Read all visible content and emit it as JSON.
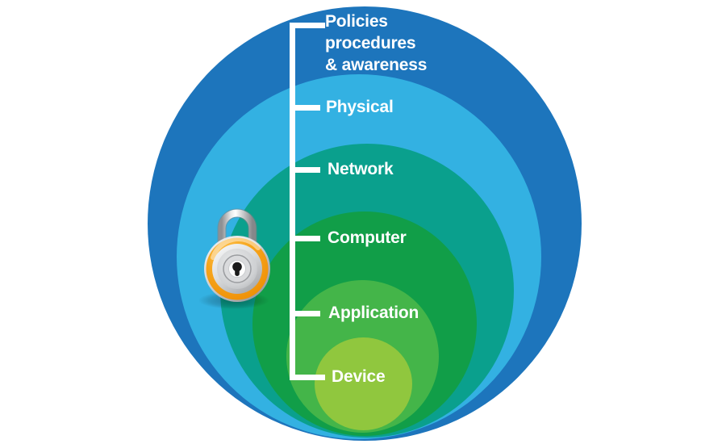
{
  "diagram": {
    "background": "#ffffff",
    "label_color": "#ffffff",
    "connector_color": "#ffffff",
    "layers": [
      {
        "id": "policies",
        "label": "Policies\nprocedures\n& awareness",
        "color": "#1d75bc"
      },
      {
        "id": "physical",
        "label": "Physical",
        "color": "#33b1e2"
      },
      {
        "id": "network",
        "label": "Network",
        "color": "#0aa08d"
      },
      {
        "id": "computer",
        "label": "Computer",
        "color": "#119e48"
      },
      {
        "id": "application",
        "label": "Application",
        "color": "#44b549"
      },
      {
        "id": "device",
        "label": "Device",
        "color": "#90c73e"
      }
    ],
    "icons": [
      {
        "name": "padlock-icon",
        "body_color": "#f6a51c",
        "metal_color": "#c8cacc",
        "keyhole_color": "#1b1b1b"
      }
    ]
  }
}
